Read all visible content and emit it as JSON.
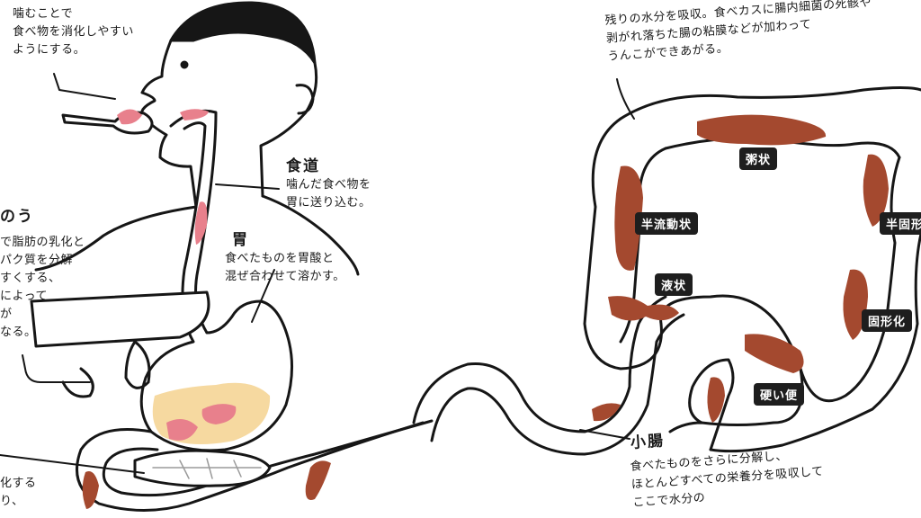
{
  "left_page": {
    "mouth_text": [
      "噛むことで",
      "食べ物を消化しやすい",
      "ようにする。"
    ],
    "esophagus": {
      "title": "食道",
      "text": [
        "噛んだ食べ物を",
        "胃に送り込む。"
      ]
    },
    "stomach": {
      "title": "胃",
      "text": [
        "食べたものを胃酸と",
        "混ぜ合わせて溶かす。"
      ]
    },
    "pancreas_partial": {
      "title": "のう",
      "text": [
        "で脂肪の乳化と",
        "パク質を分解",
        "すくする、",
        "によって",
        "が",
        "なる。"
      ]
    },
    "bottom_partial": [
      "化する",
      "り、"
    ]
  },
  "right_page": {
    "large_intestine_text": [
      "残りの水分を吸収。食べカスに腸内細菌の死骸や",
      "剥がれ落ちた腸の粘膜などが加わって",
      "うんこができあがる。"
    ],
    "small_intestine": {
      "title": "小腸",
      "text": [
        "食べたものをさらに分解し、",
        "ほとんどすべての栄養分を吸収して",
        "ここで水分の"
      ]
    },
    "stool_labels": [
      "粥状",
      "半流動状",
      "半固形",
      "液状",
      "固形化",
      "硬い便"
    ]
  },
  "colors": {
    "outline": "#161616",
    "pink": "#e8808c",
    "yellow": "#f6d9a0",
    "stool": "#a4492f",
    "label_bg": "#1e1e1e"
  }
}
